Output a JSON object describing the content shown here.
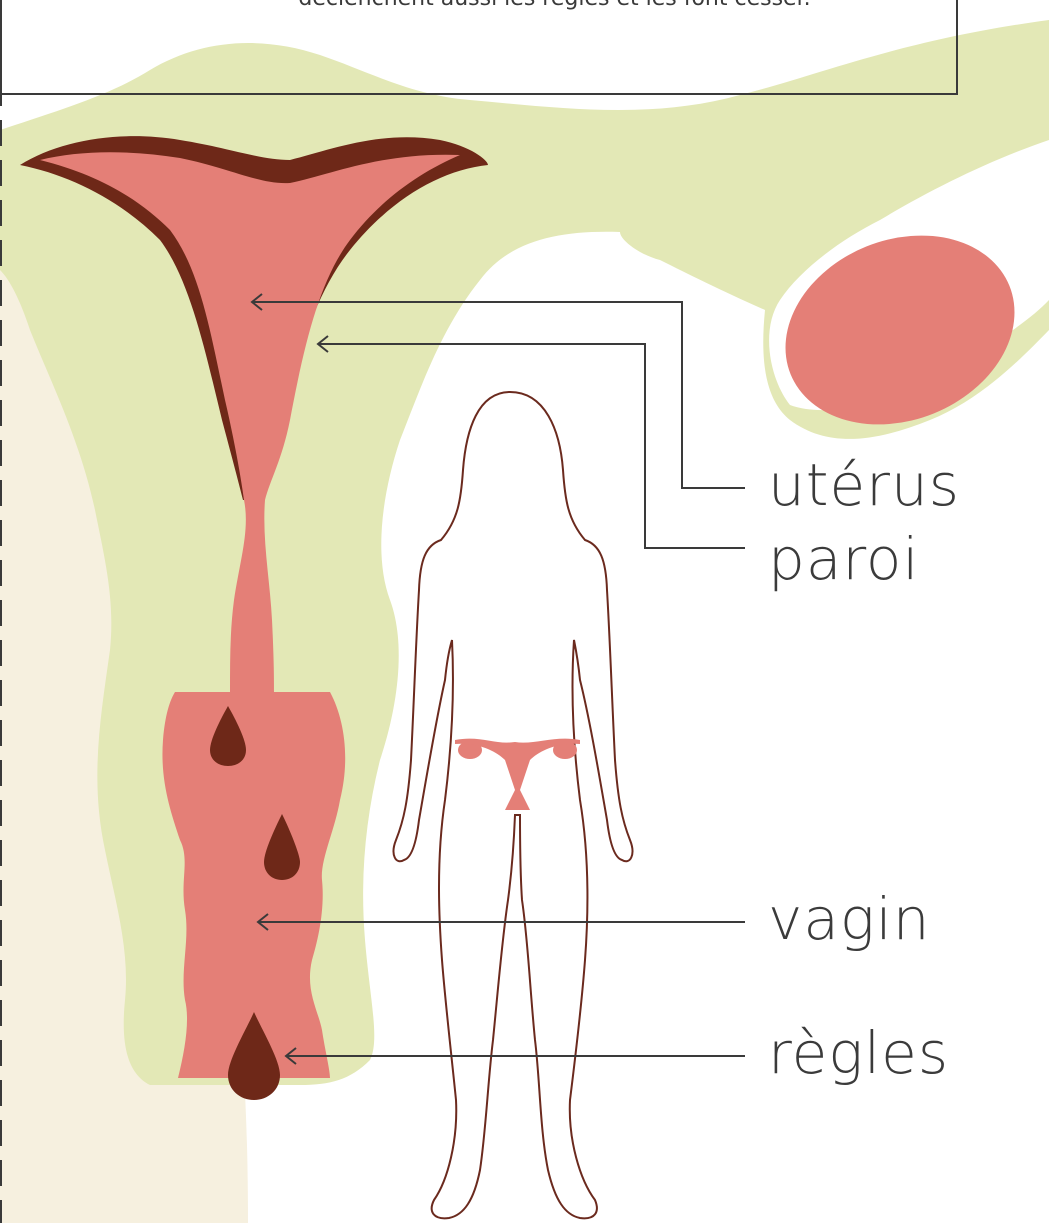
{
  "caption": "déclenchent aussi les règles et les font cesser.",
  "labels": {
    "uterus": "utérus",
    "wall": "paroi",
    "vagina": "vagin",
    "period": "règles"
  },
  "colors": {
    "tissue_green": "#e3e8b6",
    "pink": "#e47f77",
    "dark_brown": "#6e2818",
    "cream": "#f6f0df",
    "outline": "#6b2a1e",
    "line": "#3a3a3a"
  }
}
